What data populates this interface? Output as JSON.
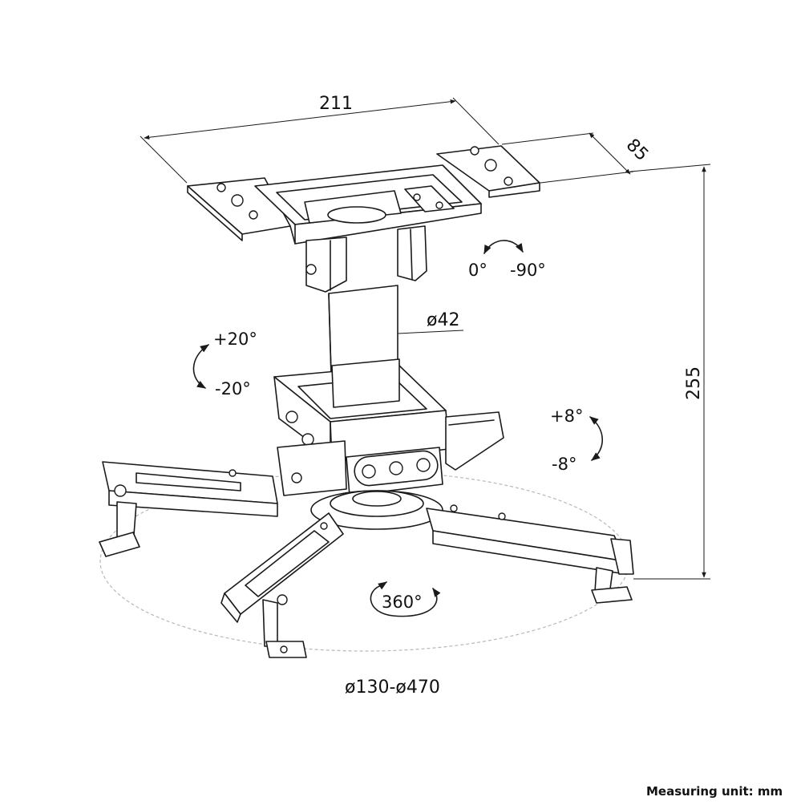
{
  "dimensions": {
    "width": "211",
    "depth": "85",
    "height": "255",
    "pole_diameter": "ø42",
    "arm_range": "ø130-ø470"
  },
  "angles": {
    "swivel_min": "0°",
    "swivel_max": "-90°",
    "tilt_up": "+20°",
    "tilt_down": "-20°",
    "level_up": "+8°",
    "level_down": "-8°",
    "rotation": "360°"
  },
  "footer": {
    "measuring_unit": "Measuring unit: mm"
  }
}
